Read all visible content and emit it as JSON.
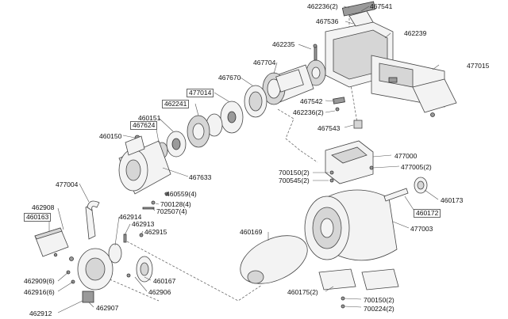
{
  "labels": {
    "p462236_a": "462236(2)",
    "p467541": "467541",
    "p467536": "467536",
    "p462239": "462239",
    "p462235": "462235",
    "p477015": "477015",
    "p467704": "467704",
    "p467670": "467670",
    "p477014": "477014",
    "p462241": "462241",
    "p467542": "467542",
    "p462236_b": "462236(2)",
    "p460151": "460151",
    "p467624": "467624",
    "p467543": "467543",
    "p460150": "460150",
    "p477000": "477000",
    "p467633": "467633",
    "p700150_a": "700150(2)",
    "p477005": "477005(2)",
    "p700545": "700545(2)",
    "p477004": "477004",
    "p460559": "460559(4)",
    "p700128": "700128(4)",
    "p460173": "460173",
    "p462908": "462908",
    "p702507": "702507(4)",
    "p460172": "460172",
    "p460163": "460163",
    "p462914": "462914",
    "p477003": "477003",
    "p462913": "462913",
    "p462915": "462915",
    "p460169": "460169",
    "p462909": "462909(6)",
    "p460167": "460167",
    "p462916": "462916(6)",
    "p462906": "462906",
    "p460175": "460175(2)",
    "p700150_b": "700150(2)",
    "p462907": "462907",
    "p462912": "462912",
    "p700224": "700224(2)"
  }
}
